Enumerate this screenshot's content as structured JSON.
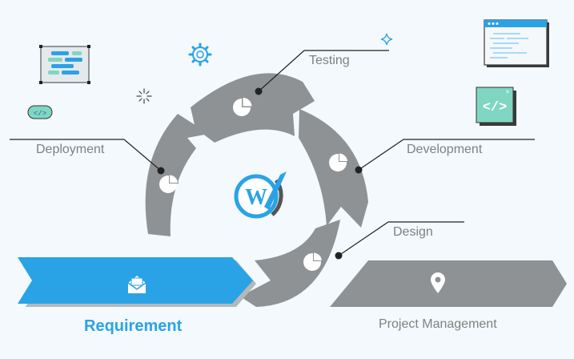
{
  "stages": {
    "testing": "Testing",
    "deployment": "Deployment",
    "development": "Development",
    "design": "Design",
    "requirement": "Requirement",
    "project_management": "Project Management"
  },
  "logo": {
    "letter": "W"
  },
  "code_badge": "</>",
  "colors": {
    "background": "#f3f9fc",
    "segment_gray": "#8f9294",
    "accent_blue": "#2aa3e6",
    "label_gray": "#808080",
    "line": "#222222"
  }
}
